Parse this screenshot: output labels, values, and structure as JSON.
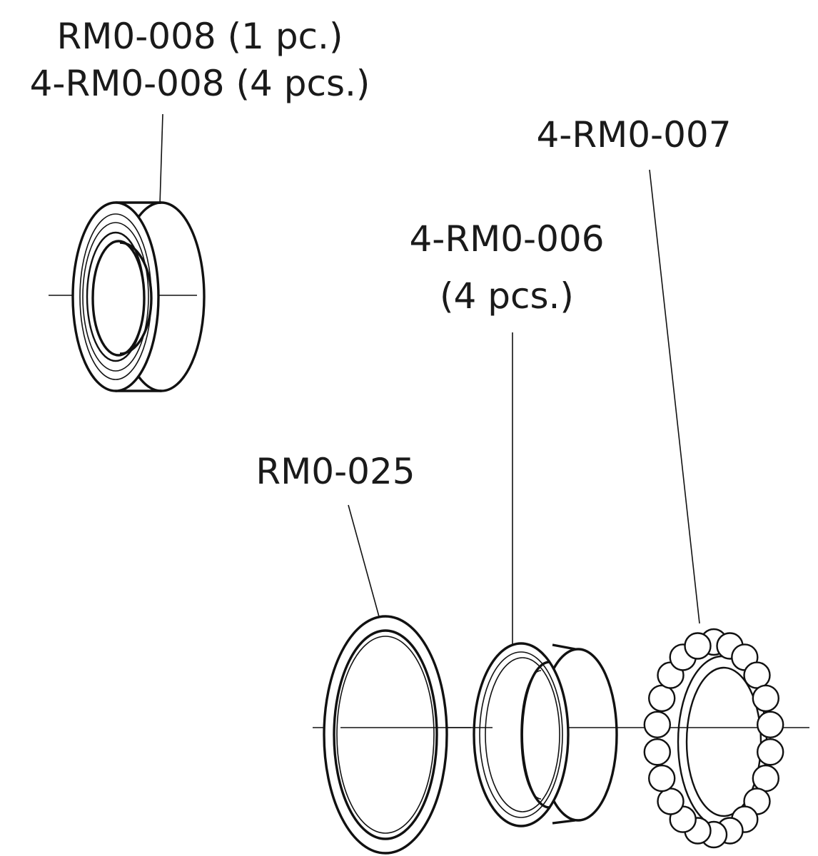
{
  "labels": {
    "rm0_008_single": "RM0-008 (1 pc.)",
    "rm0_008_four": "4-RM0-008 (4 pcs.)",
    "rm0_007": "4-RM0-007",
    "rm0_006_code": "4-RM0-006",
    "rm0_006_qty": "(4 pcs.)",
    "rm0_025": "RM0-025"
  },
  "parts": [
    {
      "id": "bearing",
      "icon": "sealed-bearing-icon"
    },
    {
      "id": "ring",
      "icon": "flat-ring-icon"
    },
    {
      "id": "cup",
      "icon": "bearing-cup-icon"
    },
    {
      "id": "cage",
      "icon": "ball-cage-icon"
    }
  ]
}
